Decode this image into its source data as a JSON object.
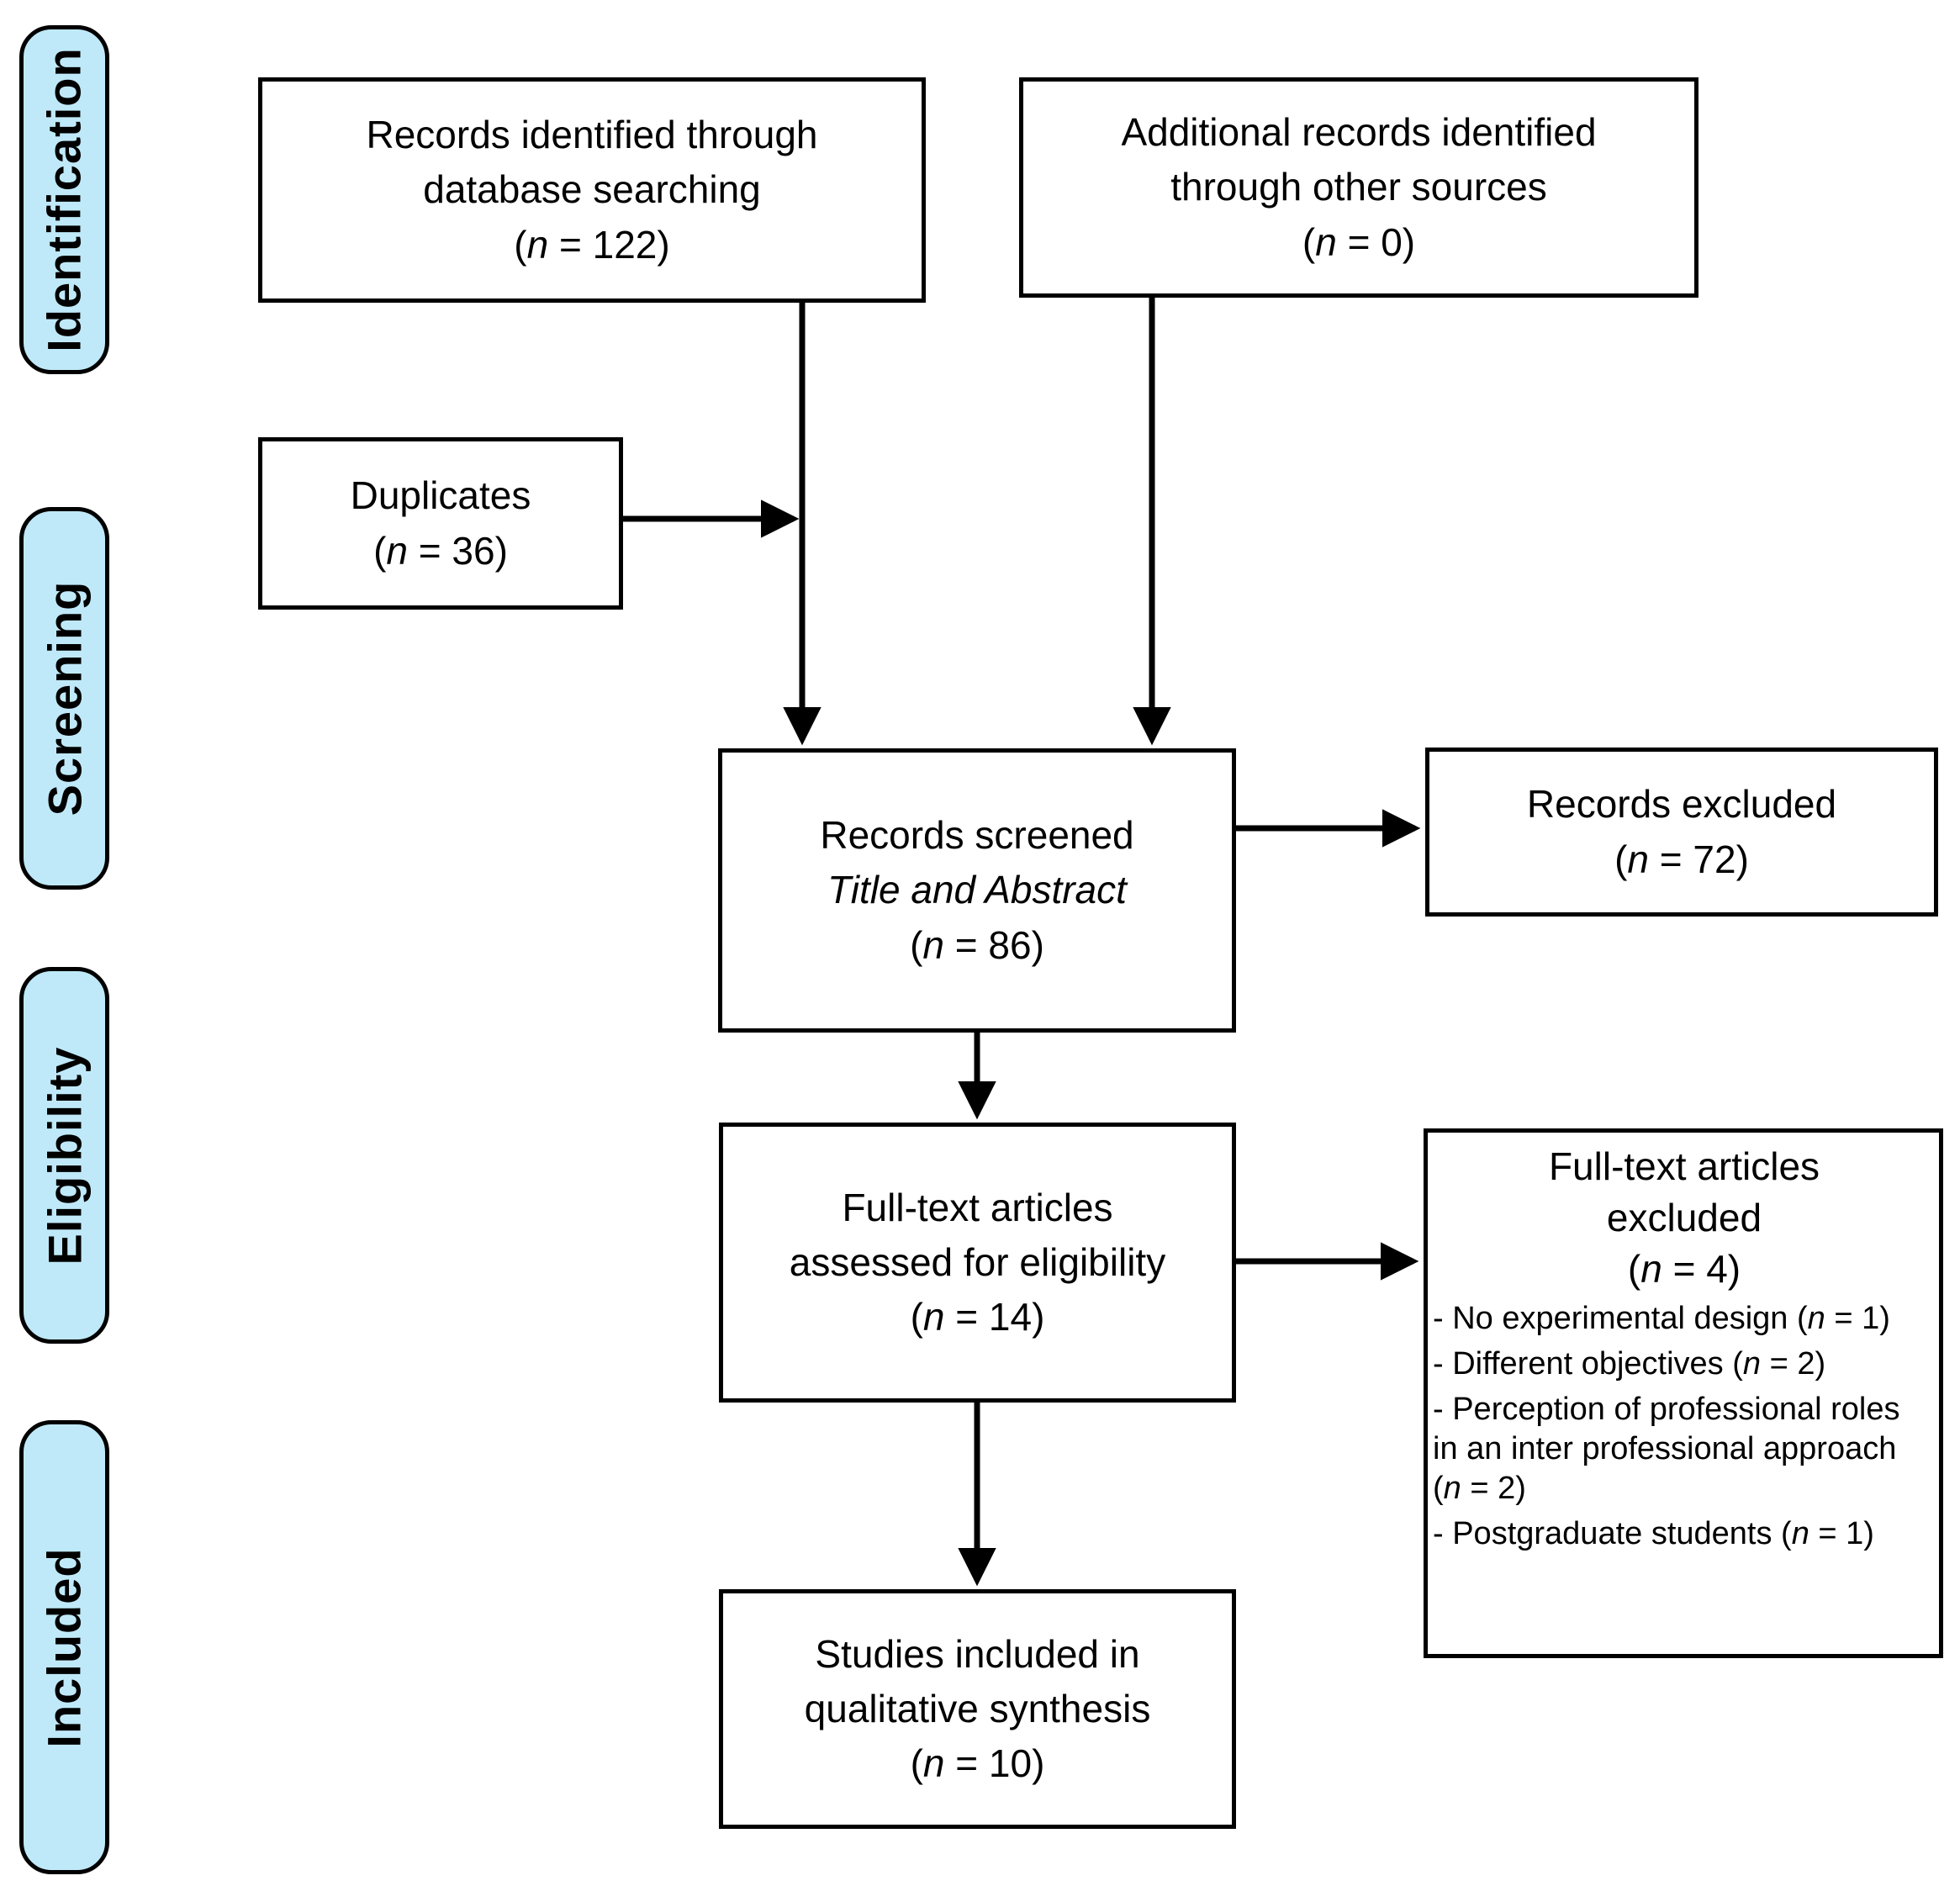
{
  "stages": [
    {
      "label": "Identification"
    },
    {
      "label": "Screening"
    },
    {
      "label": "Eligibility"
    },
    {
      "label": "Included"
    }
  ],
  "boxes": {
    "records_identified": {
      "lines": [
        "Records identified through",
        "database searching"
      ],
      "count": {
        "open": "(",
        "n": "n",
        "rest": " = 122)"
      }
    },
    "additional_records": {
      "lines": [
        "Additional records identified",
        "through other sources"
      ],
      "count": {
        "open": "(",
        "n": "n",
        "rest": " = 0)"
      }
    },
    "duplicates": {
      "lines": [
        "Duplicates"
      ],
      "count": {
        "open": "(",
        "n": "n",
        "rest": " = 36)"
      }
    },
    "records_screened": {
      "line1": "Records screened",
      "line2_italic": "Title and Abstract",
      "count": {
        "open": "(",
        "n": "n",
        "rest": " = 86)"
      }
    },
    "records_excluded": {
      "lines": [
        "Records excluded"
      ],
      "count": {
        "open": "(",
        "n": "n",
        "rest": " = 72)"
      }
    },
    "fulltext_assessed": {
      "lines": [
        "Full-text articles",
        "assessed for eligibility"
      ],
      "count": {
        "open": "(",
        "n": "n",
        "rest": " = 14)"
      }
    },
    "fulltext_excluded": {
      "lines": [
        "Full-text articles",
        "excluded"
      ],
      "count": {
        "open": "(",
        "n": "n",
        "rest": " = 4)"
      },
      "reasons": [
        {
          "text": "- No experimental design (",
          "n": "n",
          "rest": " = 1)"
        },
        {
          "text": "- Different objectives (",
          "n": "n",
          "rest": " = 2)"
        },
        {
          "text": "- Perception of professional roles\nin an inter professional approach\n(",
          "n": "n",
          "rest": " = 2)"
        },
        {
          "text": "- Postgraduate students (",
          "n": "n",
          "rest": " = 1)"
        }
      ]
    },
    "studies_included": {
      "lines": [
        "Studies included in",
        "qualitative synthesis"
      ],
      "count": {
        "open": "(",
        "n": "n",
        "rest": " = 10)"
      }
    }
  },
  "colors": {
    "stage_fill": "#bfe9f9",
    "border": "#000000",
    "background": "#ffffff"
  }
}
